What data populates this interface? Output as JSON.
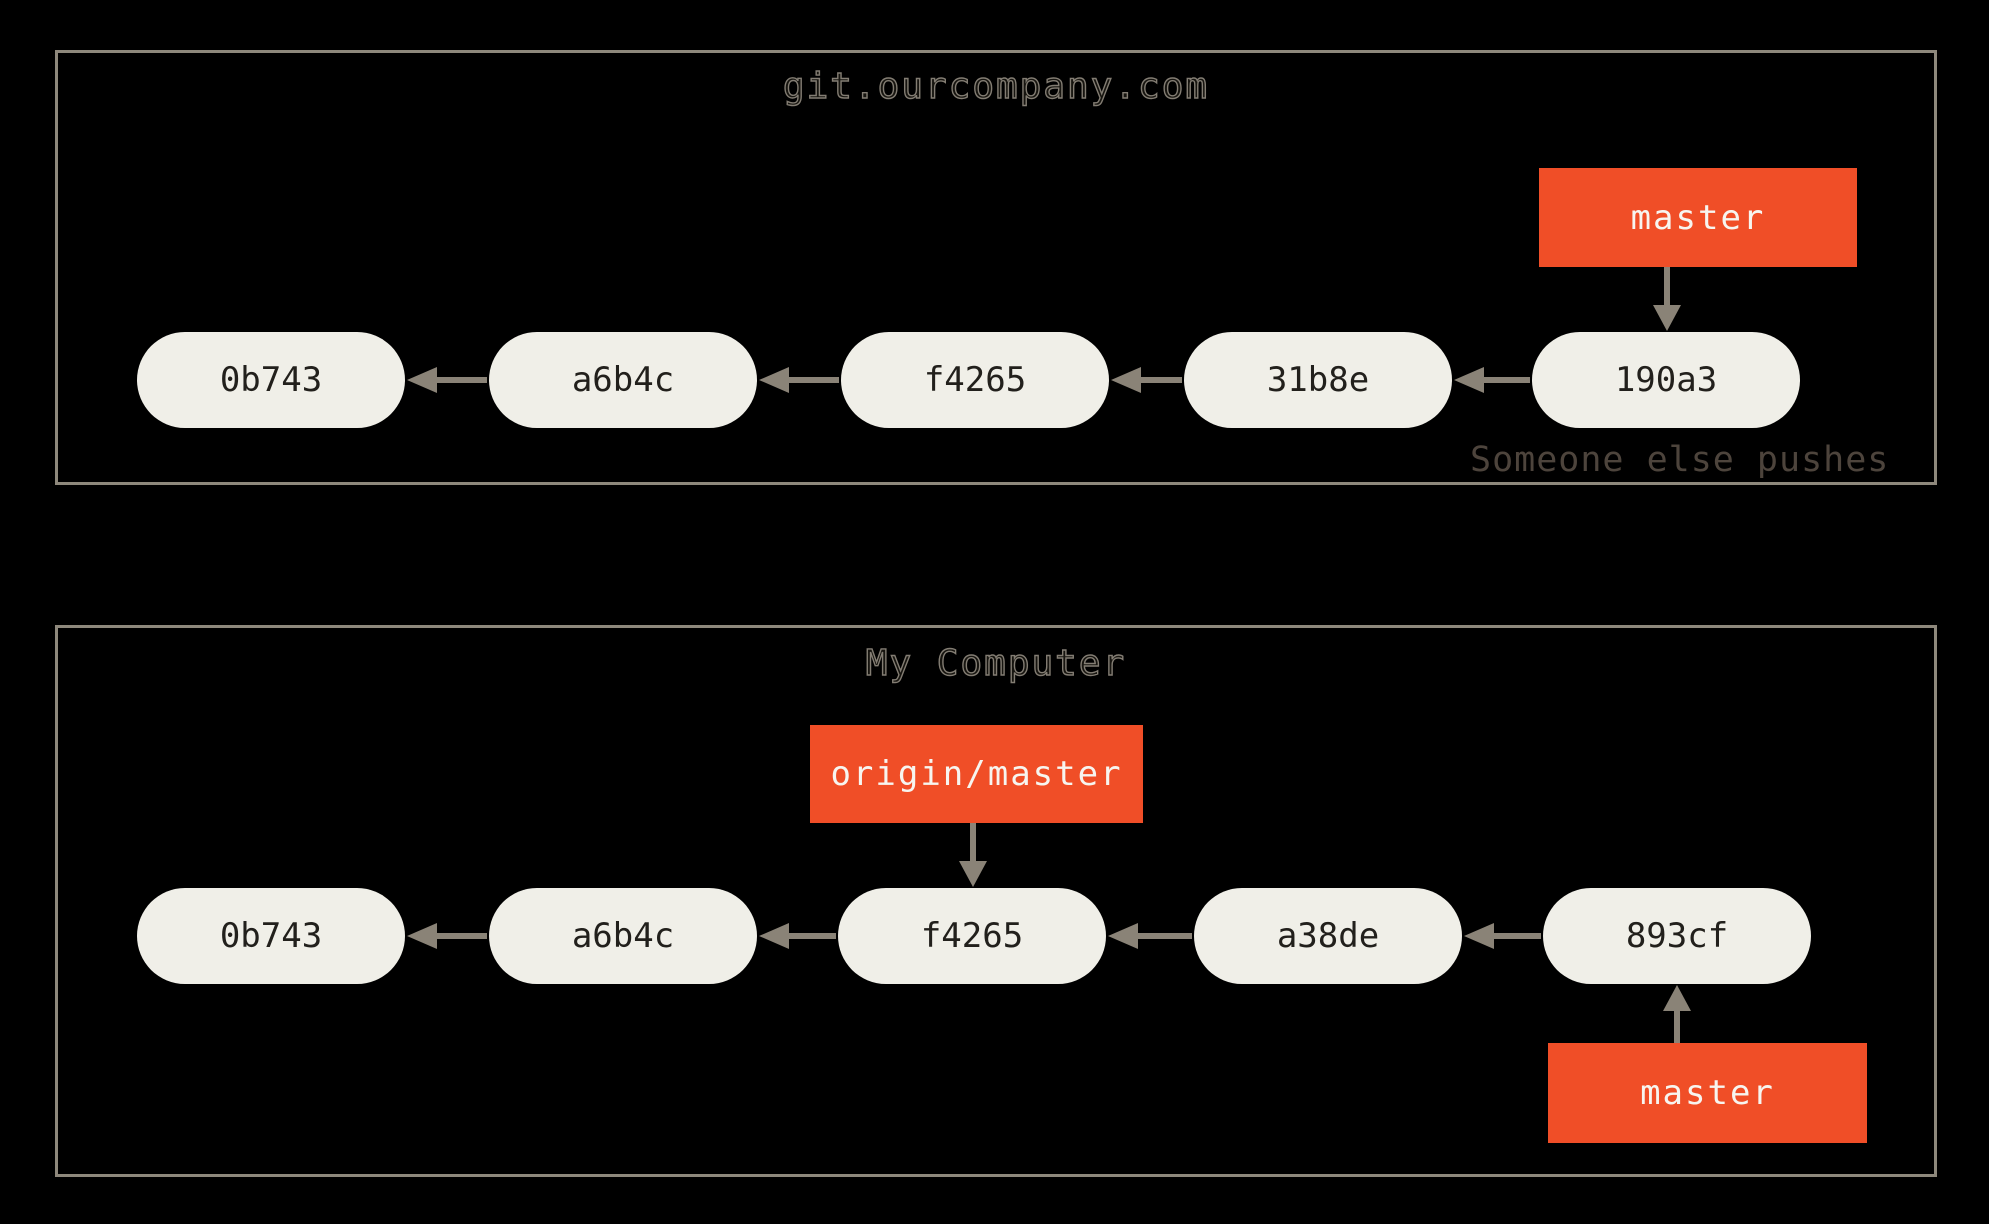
{
  "colors": {
    "background": "#000000",
    "box_border": "#8e887c",
    "node_fill": "#f0efe8",
    "node_text": "#22201c",
    "arrow": "#8a8377",
    "branch_bg": "#f04e27",
    "branch_text": "#f7f5f0",
    "title_outline": "#837d73",
    "annotation": "#4d443c"
  },
  "remote": {
    "title": "git.ourcompany.com",
    "branch_label": "master",
    "commits": [
      "0b743",
      "a6b4c",
      "f4265",
      "31b8e",
      "190a3"
    ],
    "annotation": "Someone else pushes"
  },
  "local": {
    "title": "My Computer",
    "remote_tracking_label": "origin/master",
    "branch_label": "master",
    "commits": [
      "0b743",
      "a6b4c",
      "f4265",
      "a38de",
      "893cf"
    ]
  }
}
